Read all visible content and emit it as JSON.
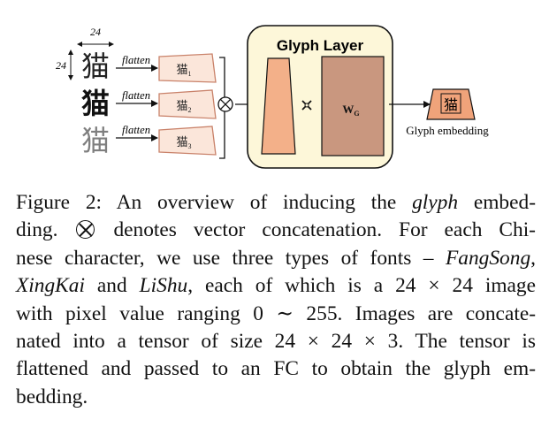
{
  "figure": {
    "dim_width": "24",
    "dim_height": "24",
    "glyph_char": "猫",
    "flatten_labels": [
      "flatten",
      "flatten",
      "flatten"
    ],
    "vector_labels": [
      "猫",
      "猫",
      "猫"
    ],
    "vector_subscripts": [
      "1",
      "2",
      "3"
    ],
    "glyph_layer_title": "Glyph Layer",
    "weight_label": "W",
    "weight_subscript": "G",
    "output_char": "猫",
    "output_label": "Glyph embedding",
    "colors": {
      "vector_fill": "#fbe6da",
      "vector_stroke": "#c9826a",
      "layer_fill": "#fdf7d9",
      "trapezoid_fill": "#f3b089",
      "weight_fill": "#c9977f",
      "output_fill": "#f0a37a"
    }
  },
  "caption": {
    "label": "Figure 2:",
    "text_1": " An overview of inducing the ",
    "glyph_word": "glyph",
    "text_2": " embed-",
    "l2_a": "ding.",
    "l2_b": "denotes vector concatenation.  For each Chi-",
    "l3_a": "nese character, we use three types of fonts – ",
    "font_1": "FangSong",
    "l3_b": ",",
    "font_2": "XingKai",
    "l4_a": " and ",
    "font_3": "LiShu",
    "l4_b": ", each of which is a 24 × 24 image",
    "line_5": "with pixel value ranging 0 ∼ 255. Images are concate-",
    "line_6": "nated into a tensor of size 24 × 24 × 3. The tensor is",
    "line_7": "flattened and passed to an FC to obtain the glyph em-",
    "line_8": "bedding."
  }
}
